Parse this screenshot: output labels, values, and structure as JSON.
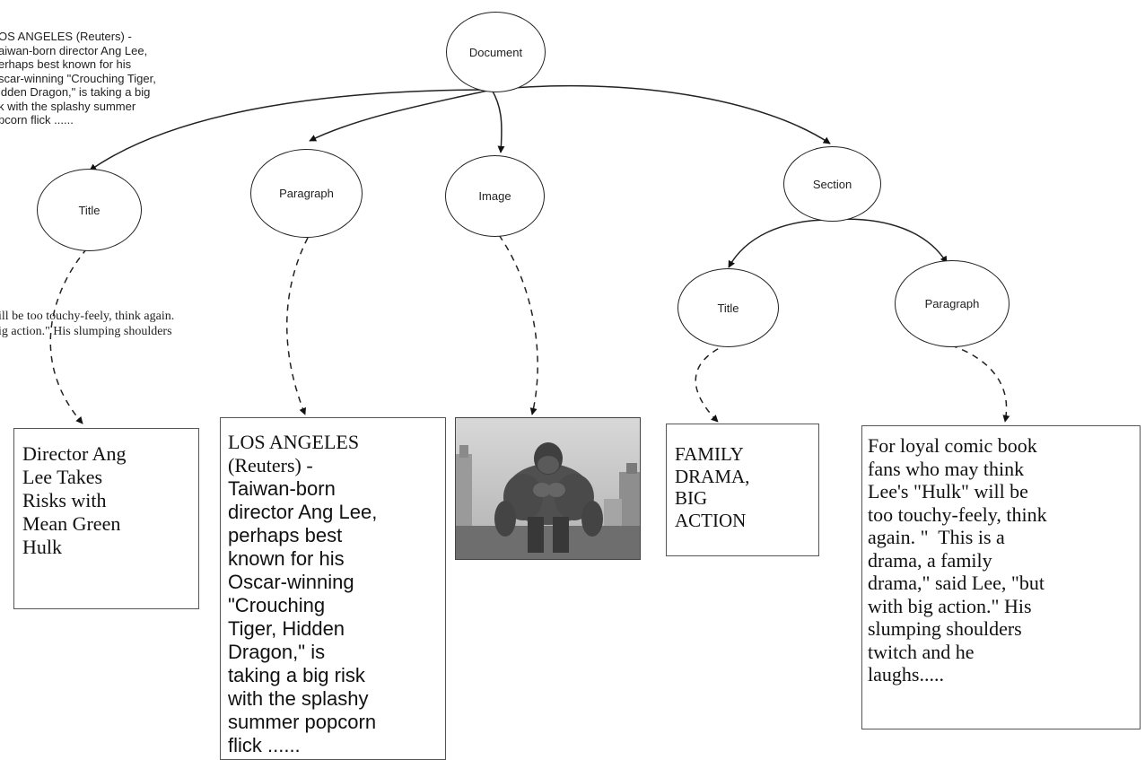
{
  "nodes": {
    "document": "Document",
    "title": "Title",
    "paragraph": "Paragraph",
    "image": "Image",
    "section": "Section",
    "section_title": "Title",
    "section_paragraph": "Paragraph"
  },
  "background_text": {
    "top_left": "OS ANGELES (Reuters) -\naiwan-born director Ang Lee,\nerhaps best known for his\nscar-winning \"Crouching Tiger,\nidden Dragon,\" is taking a big\nk with the splashy summer\npcorn flick ......",
    "mid_left": "ill be too touchy-feely, think again.\nig action.\" His slumping shoulders"
  },
  "boxes": {
    "title": "Director Ang\nLee Takes\nRisks with\nMean Green\nHulk",
    "paragraph_serif": "LOS ANGELES\n(Reuters) -",
    "paragraph_sans": "Taiwan-born\ndirector Ang Lee,\nperhaps best\nknown for his\nOscar-winning\n\"Crouching\nTiger, Hidden\nDragon,\" is\ntaking a big risk\nwith the splashy\nsummer popcorn\nflick ......",
    "section_title": "FAMILY\nDRAMA,\nBIG\nACTION",
    "section_paragraph": "For loyal comic book\nfans who may think\nLee's \"Hulk\" will be\ntoo touchy-feely, think\nagain. \"  This is a\ndrama, a family\ndrama,\" said Lee, \"but\nwith big action.\" His\nslumping shoulders\ntwitch and he\nlaughs....."
  },
  "image_subject": "hulk-photo"
}
